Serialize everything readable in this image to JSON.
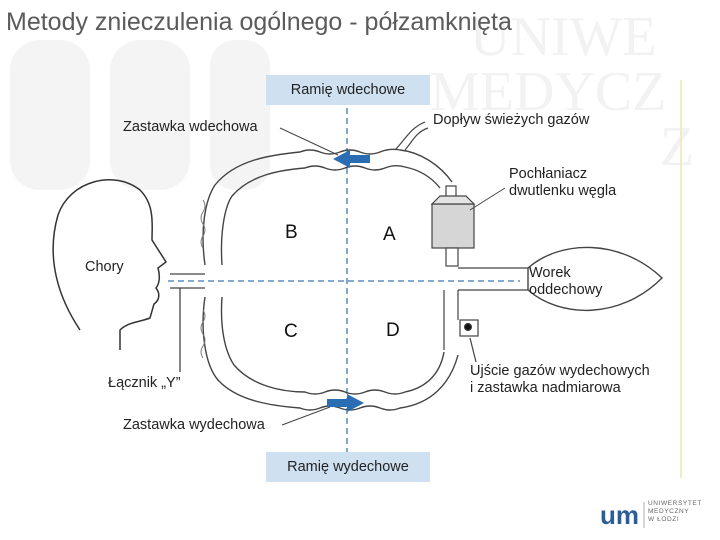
{
  "title": "Metody znieczulenia ogólnego - półzamknięta",
  "diagram": {
    "inspiratory_arm": "Ramię wdechowe",
    "expiratory_arm": "Ramię wydechowe",
    "inspiratory_valve": "Zastawka wdechowa",
    "expiratory_valve": "Zastawka wydechowa",
    "fresh_gas": "Dopływ świeżych gazów",
    "absorber_line1": "Pochłaniacz",
    "absorber_line2": "dwutlenku węgla",
    "patient": "Chory",
    "bag_line1": "Worek",
    "bag_line2": "oddechowy",
    "y_piece": "Łącznik „Y”",
    "outlet_line1": "Ujście gazów wydechowych",
    "outlet_line2": "i zastawka nadmiarowa",
    "quadrants": {
      "a": "A",
      "b": "B",
      "c": "C",
      "d": "D"
    }
  },
  "logo": {
    "mark": "um",
    "line1": "UNIWERSYTET",
    "line2": "MEDYCZNY",
    "line3": "W ŁODZI"
  },
  "colors": {
    "arm_box": "#cfe1f1",
    "arrow": "#2a6db3",
    "dashed_axis": "#3f78b5",
    "logo_blue": "#2b5d9a"
  }
}
